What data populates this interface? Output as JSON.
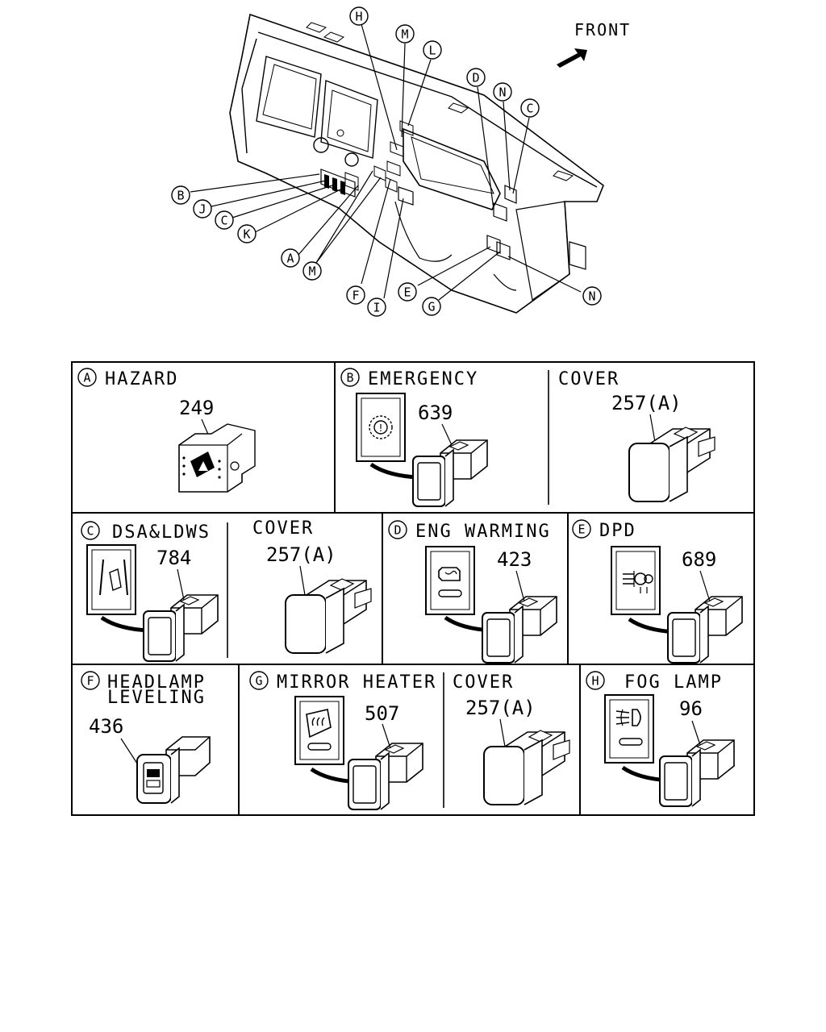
{
  "overview": {
    "front_label": "FRONT",
    "callouts": [
      "H",
      "M",
      "L",
      "D",
      "N",
      "C",
      "B",
      "J",
      "C",
      "K",
      "A",
      "M",
      "F",
      "I",
      "E",
      "G",
      "N"
    ]
  },
  "cells": [
    {
      "letter": "A",
      "title": "HAZARD",
      "part": "249"
    },
    {
      "letter": "B",
      "title": "EMERGENCY",
      "part": "639"
    },
    {
      "letter": "",
      "title": "COVER",
      "part": "257(A)"
    },
    {
      "letter": "C",
      "title": "DSA&LDWS",
      "part": "784"
    },
    {
      "letter": "",
      "title": "COVER",
      "part": "257(A)"
    },
    {
      "letter": "D",
      "title": "ENG WARMING",
      "part": "423"
    },
    {
      "letter": "E",
      "title": "DPD",
      "part": "689"
    },
    {
      "letter": "F",
      "title": "HEADLAMP",
      "title2": "LEVELING",
      "part": "436"
    },
    {
      "letter": "G",
      "title": "MIRROR HEATER",
      "part": "507"
    },
    {
      "letter": "",
      "title": "COVER",
      "part": "257(A)"
    },
    {
      "letter": "H",
      "title": "FOG LAMP",
      "part": "96"
    }
  ]
}
